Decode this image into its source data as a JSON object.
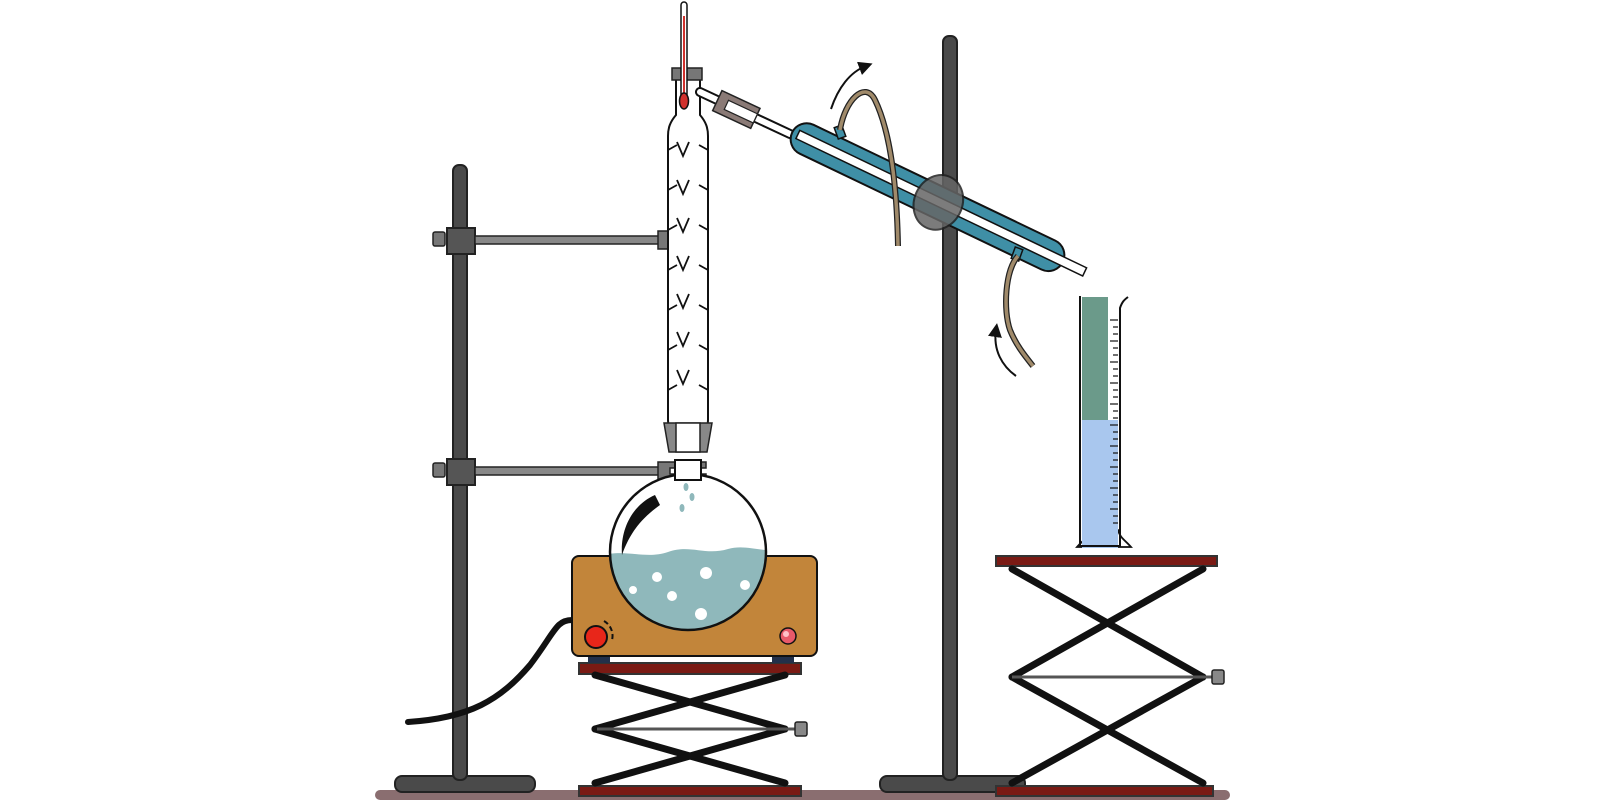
{
  "diagram": {
    "kind": "fractional distillation apparatus",
    "labels": [],
    "components": [
      "left-retort-stand",
      "thermometer",
      "fractionating-column",
      "round-bottom-flask",
      "hot-plate",
      "left-lab-jack",
      "right-retort-stand",
      "liebig-condenser",
      "water-inlet-tube",
      "water-outlet-tube",
      "graduated-cylinder",
      "right-lab-jack",
      "power-cord"
    ],
    "colors": {
      "stand": "#4a4a4a",
      "glass_outline": "#1a1a1a",
      "liquid_flask": "#8fb8bb",
      "condenser_jacket": "#3f8fa6",
      "hot_plate": "#c2853a",
      "knob": "#e8261a",
      "jack_plate": "#7a1a14",
      "cylinder_liquid": "#a9c7ee",
      "cylinder_upper": "#6b9a8a",
      "tubing": "#a08a6a",
      "thermometer_bulb": "#d0312d"
    },
    "flow_arrows": [
      "water-out-arrow",
      "water-in-arrow"
    ],
    "icons": [
      "knob-icon",
      "indicator-light-icon",
      "thumbscrew-icon"
    ]
  }
}
